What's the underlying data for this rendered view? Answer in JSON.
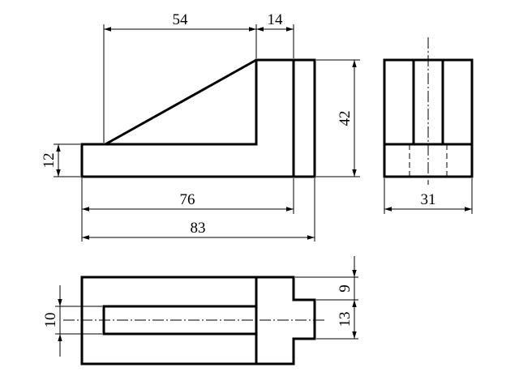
{
  "views": {
    "front": "front-view",
    "side": "side-view",
    "top": "top-view"
  },
  "dimensions": {
    "d54": "54",
    "d14": "14",
    "d42": "42",
    "d12": "12",
    "d76": "76",
    "d83": "83",
    "d31": "31",
    "d9": "9",
    "d13": "13",
    "d10": "10"
  }
}
